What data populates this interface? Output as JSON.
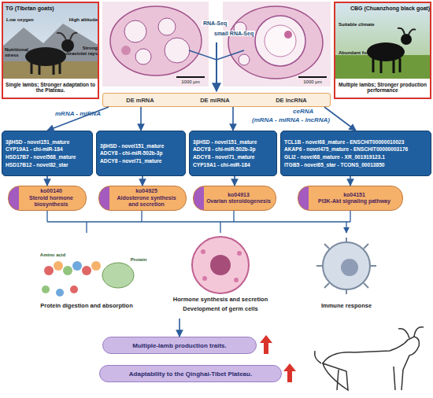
{
  "diagram": {
    "nodes": [
      {
        "text": [
          "TG (Tibetan goats)",
          "Low oxygen",
          "High altitude",
          "Nutritional stress",
          "Strong ultraviolet rays",
          "Single lambs; Stronger adaptation to the Plateau."
        ]
      },
      {
        "text": [
          "1000 μm"
        ]
      },
      {
        "text": [
          "1000 μm"
        ]
      },
      {
        "text": [
          "CBG (Chuanzhong black goat)",
          "Suitable climate",
          "Abundant forage",
          "Multiple lambs; Stronger production performance"
        ]
      },
      {
        "text": [
          "DE mRNA",
          "DE miRNA",
          "DE lncRNA"
        ]
      },
      {
        "text": [
          "3βHSD - novel151_mature",
          "CYP19A1 - chi-miR-184",
          "HSD17B7 - novel568_mature",
          "HSD17B12 - novel82_star"
        ]
      },
      {
        "text": [
          "3βHSD - novel151_mature",
          "ADCY8 - chi-miR-502b-3p",
          "ADCY8 - novel71_mature"
        ]
      },
      {
        "text": [
          "3βHSD - novel151_mature",
          "ADCY8 - chi-miR-502b-3p",
          "ADCY8 - novel71_mature",
          "CYP19A1 - chi-miR-184"
        ]
      },
      {
        "text": [
          "TCL1B - novel68_mature - ENSCHIT00000010023",
          "AKAP6 - novel475_mature - ENSCHIT00000003176",
          "GLI2 - novel68_mature - XR_001919123.1",
          "ITGB5 - novel65_star - TCONS_00013850"
        ]
      },
      {
        "text": [
          "ko00140",
          "Steroid hormone biosynthesis"
        ]
      },
      {
        "text": [
          "ko04925",
          "Aldosterone synthesis and secretion"
        ]
      },
      {
        "text": [
          "ko04913",
          "Ovarian steroidogenesis"
        ]
      },
      {
        "text": [
          "ko04151",
          "PI3K-Akt signaling pathway"
        ]
      },
      {
        "text": [
          "Amino acid",
          "Protein",
          "Protein digestion and absorption"
        ]
      },
      {
        "text": [
          "Hormone synthesis and secretion",
          "Development of germ cells"
        ]
      },
      {
        "text": [
          "Immune response"
        ]
      },
      {
        "text": [
          "Multiple-lamb production traits."
        ]
      },
      {
        "text": [
          "Adaptability to the Qinghai-Tibet Plateau."
        ]
      }
    ],
    "edges": [
      {
        "from": 4,
        "to": 5,
        "arrow": "to"
      },
      {
        "from": 4,
        "to": 6,
        "arrow": "to"
      },
      {
        "from": 4,
        "to": 7,
        "arrow": "to"
      },
      {
        "from": 4,
        "to": 8,
        "arrow": "to"
      },
      {
        "from": 5,
        "to": 9,
        "arrow": "to"
      },
      {
        "from": 6,
        "to": 10,
        "arrow": "to"
      },
      {
        "from": 7,
        "to": 11,
        "arrow": "to"
      },
      {
        "from": 8,
        "to": 12,
        "arrow": "to"
      },
      {
        "from": 14,
        "to": 16,
        "arrow": "to"
      }
    ],
    "labels": [
      "RNA-Seq",
      "small RNA-Seq",
      "mRNA - miRNA",
      "ceRNA",
      "(mRNA - miRNA - lncRNA)"
    ]
  }
}
